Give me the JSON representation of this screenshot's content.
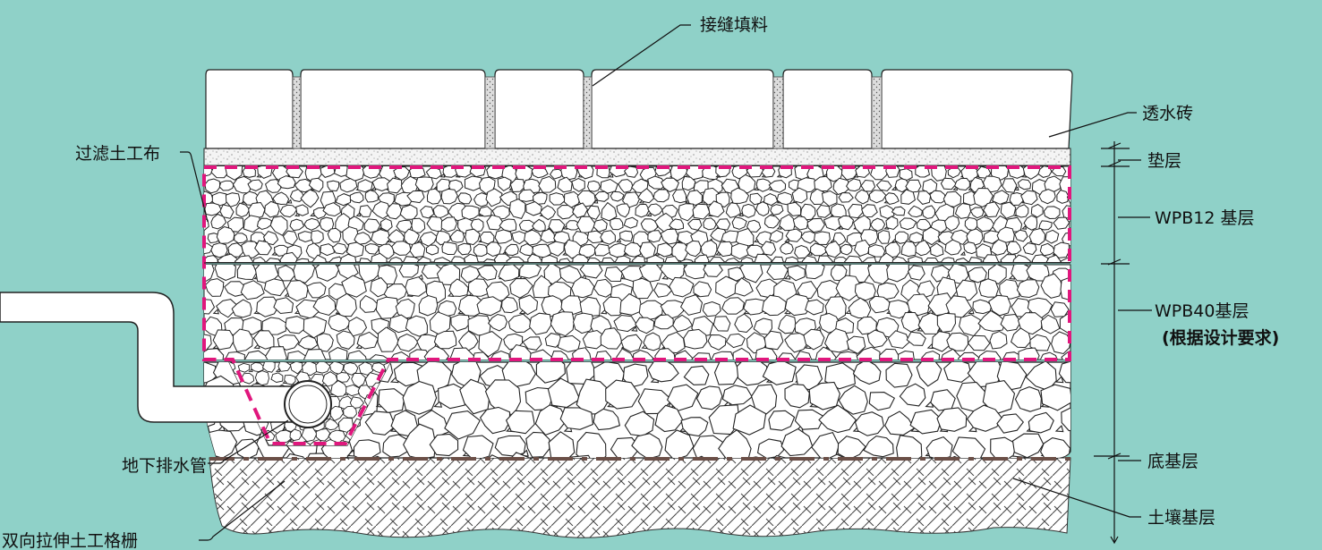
{
  "background_color": "#8fd1c8",
  "geotextile_color": "#e0177d",
  "subgrade_line_color": "#6b4f47",
  "labels": {
    "joint_filler": "接缝填料",
    "permeable_brick": "透水砖",
    "cushion": "垫层",
    "wpb12_base": "WPB12 基层",
    "wpb40_base_line1": "WPB40基层",
    "wpb40_base_line2": "(根据设计要求)",
    "sub_base": "底基层",
    "soil_base": "土壤基层",
    "filter_geotextile": "过滤土工布",
    "underdrain_pipe": "地下排水管",
    "biaxial_geogrid": "双向拉伸土工格栅"
  }
}
